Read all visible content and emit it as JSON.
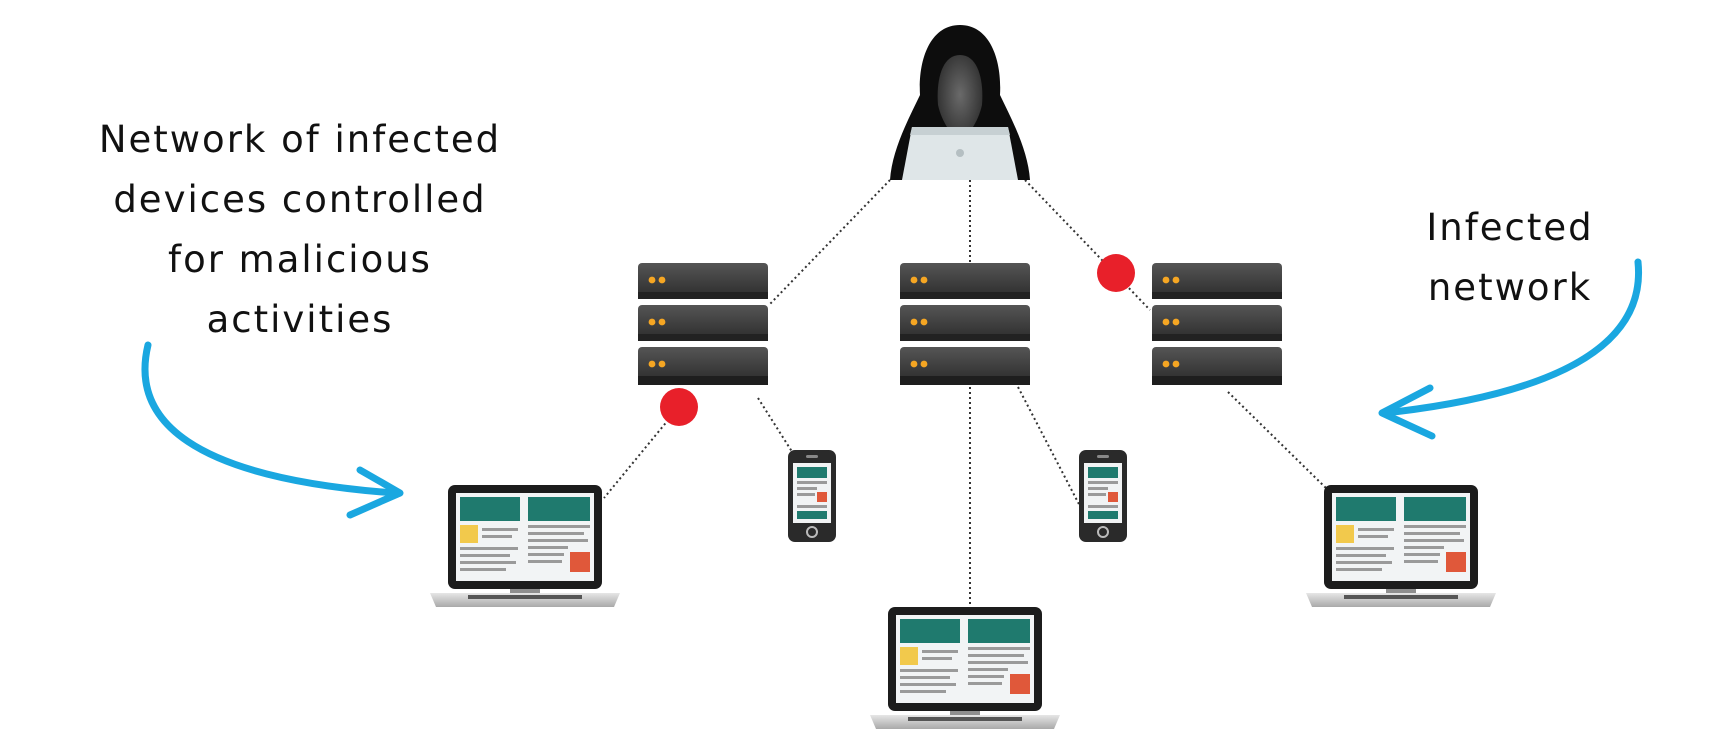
{
  "annotations": {
    "left_lines": [
      "Network of infected",
      "devices controlled",
      "for malicious",
      "activities"
    ],
    "right_lines": [
      "Infected",
      "network"
    ]
  },
  "colors": {
    "arrow": "#1aa7e0",
    "infection_marker": "#e8202a",
    "server_body": "#3a3a3a",
    "server_led": "#f5a623",
    "screen_header": "#1f7a6e",
    "laptop_base": "#c8c8c8",
    "hacker": "#111111"
  },
  "icons": {
    "attacker": "hooded-hacker-icon",
    "server": "server-rack-icon",
    "laptop": "laptop-icon",
    "phone": "smartphone-icon",
    "infection": "infection-dot-icon",
    "arrow": "curved-arrow-icon"
  }
}
